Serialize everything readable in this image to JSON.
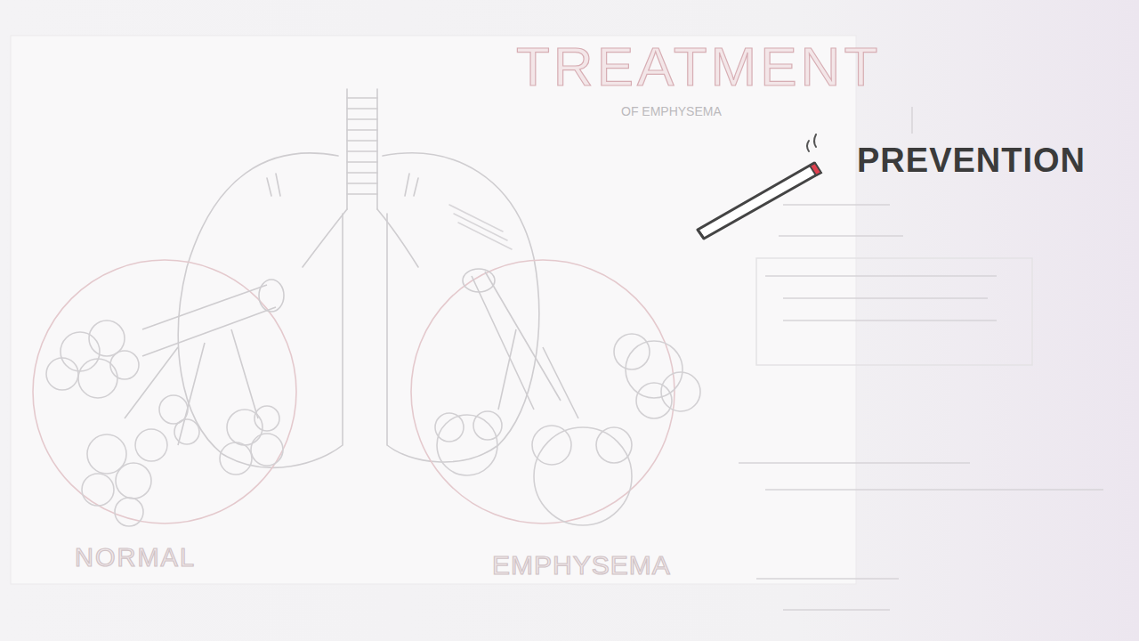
{
  "diagram": {
    "title": "TREATMENT",
    "labels": [
      "OF EMPHYSEMA",
      "NORMAL",
      "EMPHYSEMA",
      "PREVENTION"
    ]
  }
}
